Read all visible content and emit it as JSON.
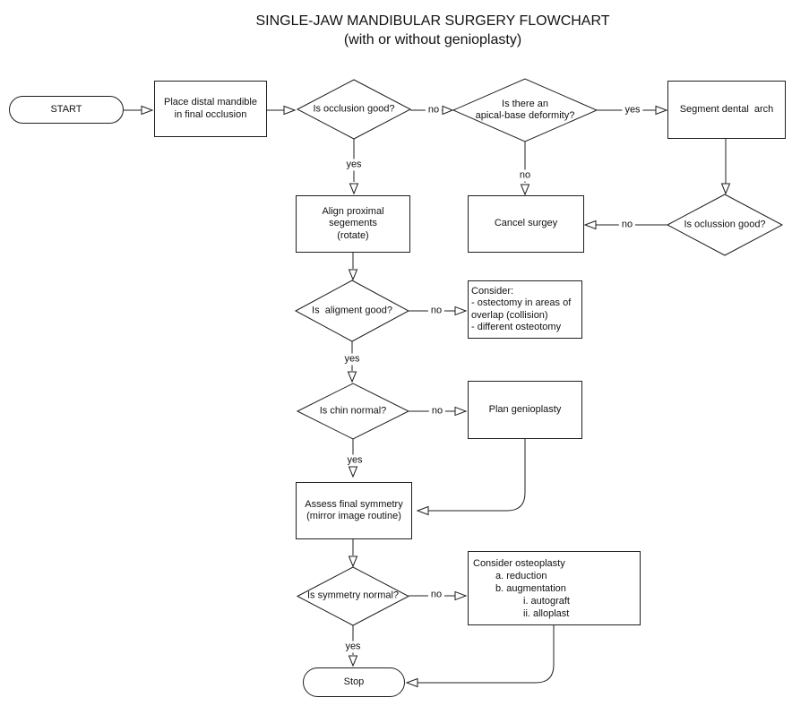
{
  "title": {
    "line1": "SINGLE-JAW MANDIBULAR SURGERY FLOWCHART",
    "line2": "(with or without genioplasty)"
  },
  "colors": {
    "background": "#ffffff",
    "line": "#1f1f1f",
    "text": "#111111"
  },
  "nodes": {
    "start": {
      "type": "terminator",
      "label": "START"
    },
    "place_distal_mandible": {
      "type": "process",
      "lines": [
        "Place distal mandible",
        "in final occlusion"
      ]
    },
    "is_occlusion_good": {
      "type": "decision",
      "label": "Is occlusion good?"
    },
    "apical_base_deformity": {
      "type": "decision",
      "lines": [
        "Is there an",
        "apical-base deformity?"
      ]
    },
    "segment_dental_arch": {
      "type": "process",
      "label": "Segment dental  arch"
    },
    "is_oclussion_good": {
      "type": "decision",
      "label": "Is oclussion good?"
    },
    "cancel_surgery": {
      "type": "process",
      "label": "Cancel surgey"
    },
    "align_proximal_segments": {
      "type": "process",
      "lines": [
        "Align proximal",
        "segements",
        "(rotate)"
      ]
    },
    "is_alignment_good": {
      "type": "decision",
      "label": "Is  aligment good?"
    },
    "consider_ostectomy": {
      "type": "process",
      "lines": [
        "Consider:",
        "- ostectomy in areas of",
        "overlap (collision)",
        "- different osteotomy"
      ]
    },
    "is_chin_normal": {
      "type": "decision",
      "label": "Is chin normal?"
    },
    "plan_genioplasty": {
      "type": "process",
      "label": "Plan genioplasty"
    },
    "assess_final_symmetry": {
      "type": "process",
      "lines": [
        "Assess final symmetry",
        "(mirror image routine)"
      ]
    },
    "is_symmetry_normal": {
      "type": "decision",
      "label": "Is symmetry normal?"
    },
    "consider_osteoplasty": {
      "type": "process",
      "lines": [
        "Consider osteoplasty",
        "a. reduction",
        "b. augmentation",
        "i. autograft",
        "ii. alloplast"
      ]
    },
    "stop": {
      "type": "terminator",
      "label": "Stop"
    }
  },
  "edge_labels": [
    {
      "id": "occlusion-yes",
      "text": "yes"
    },
    {
      "id": "occlusion-no",
      "text": "no"
    },
    {
      "id": "apical-yes",
      "text": "yes"
    },
    {
      "id": "apical-no",
      "text": "no"
    },
    {
      "id": "oclussion2-no",
      "text": "no"
    },
    {
      "id": "alignment-no",
      "text": "no"
    },
    {
      "id": "alignment-yes",
      "text": "yes"
    },
    {
      "id": "chin-no",
      "text": "no"
    },
    {
      "id": "chin-yes",
      "text": "yes"
    },
    {
      "id": "symmetry-no",
      "text": "no"
    },
    {
      "id": "symmetry-yes",
      "text": "yes"
    }
  ]
}
